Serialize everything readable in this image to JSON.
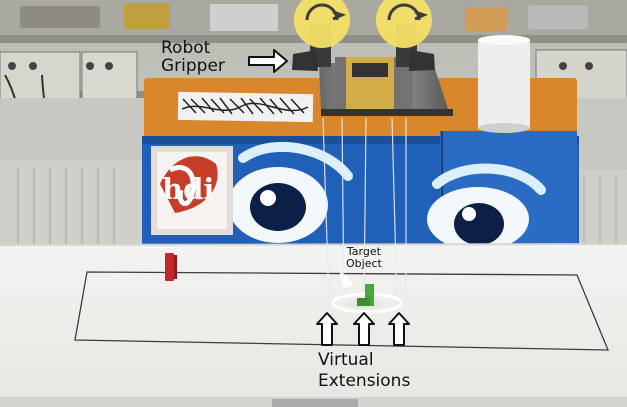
{
  "annotations": {
    "robot_gripper": [
      "Robot",
      "Gripper"
    ],
    "target_object": [
      "Target",
      "Object"
    ],
    "virtual_extensions": [
      "Virtual",
      "Extensions"
    ]
  },
  "box_logo_text": "hdi",
  "colors": {
    "wall": "#c9c9c4",
    "table": "#f1f1ef",
    "box_orange": "#d8872c",
    "box_blue": "#2160b8",
    "gripper_yellow": "#f4df66",
    "target_green": "#47a83a",
    "obstacle_red": "#c1262b"
  }
}
